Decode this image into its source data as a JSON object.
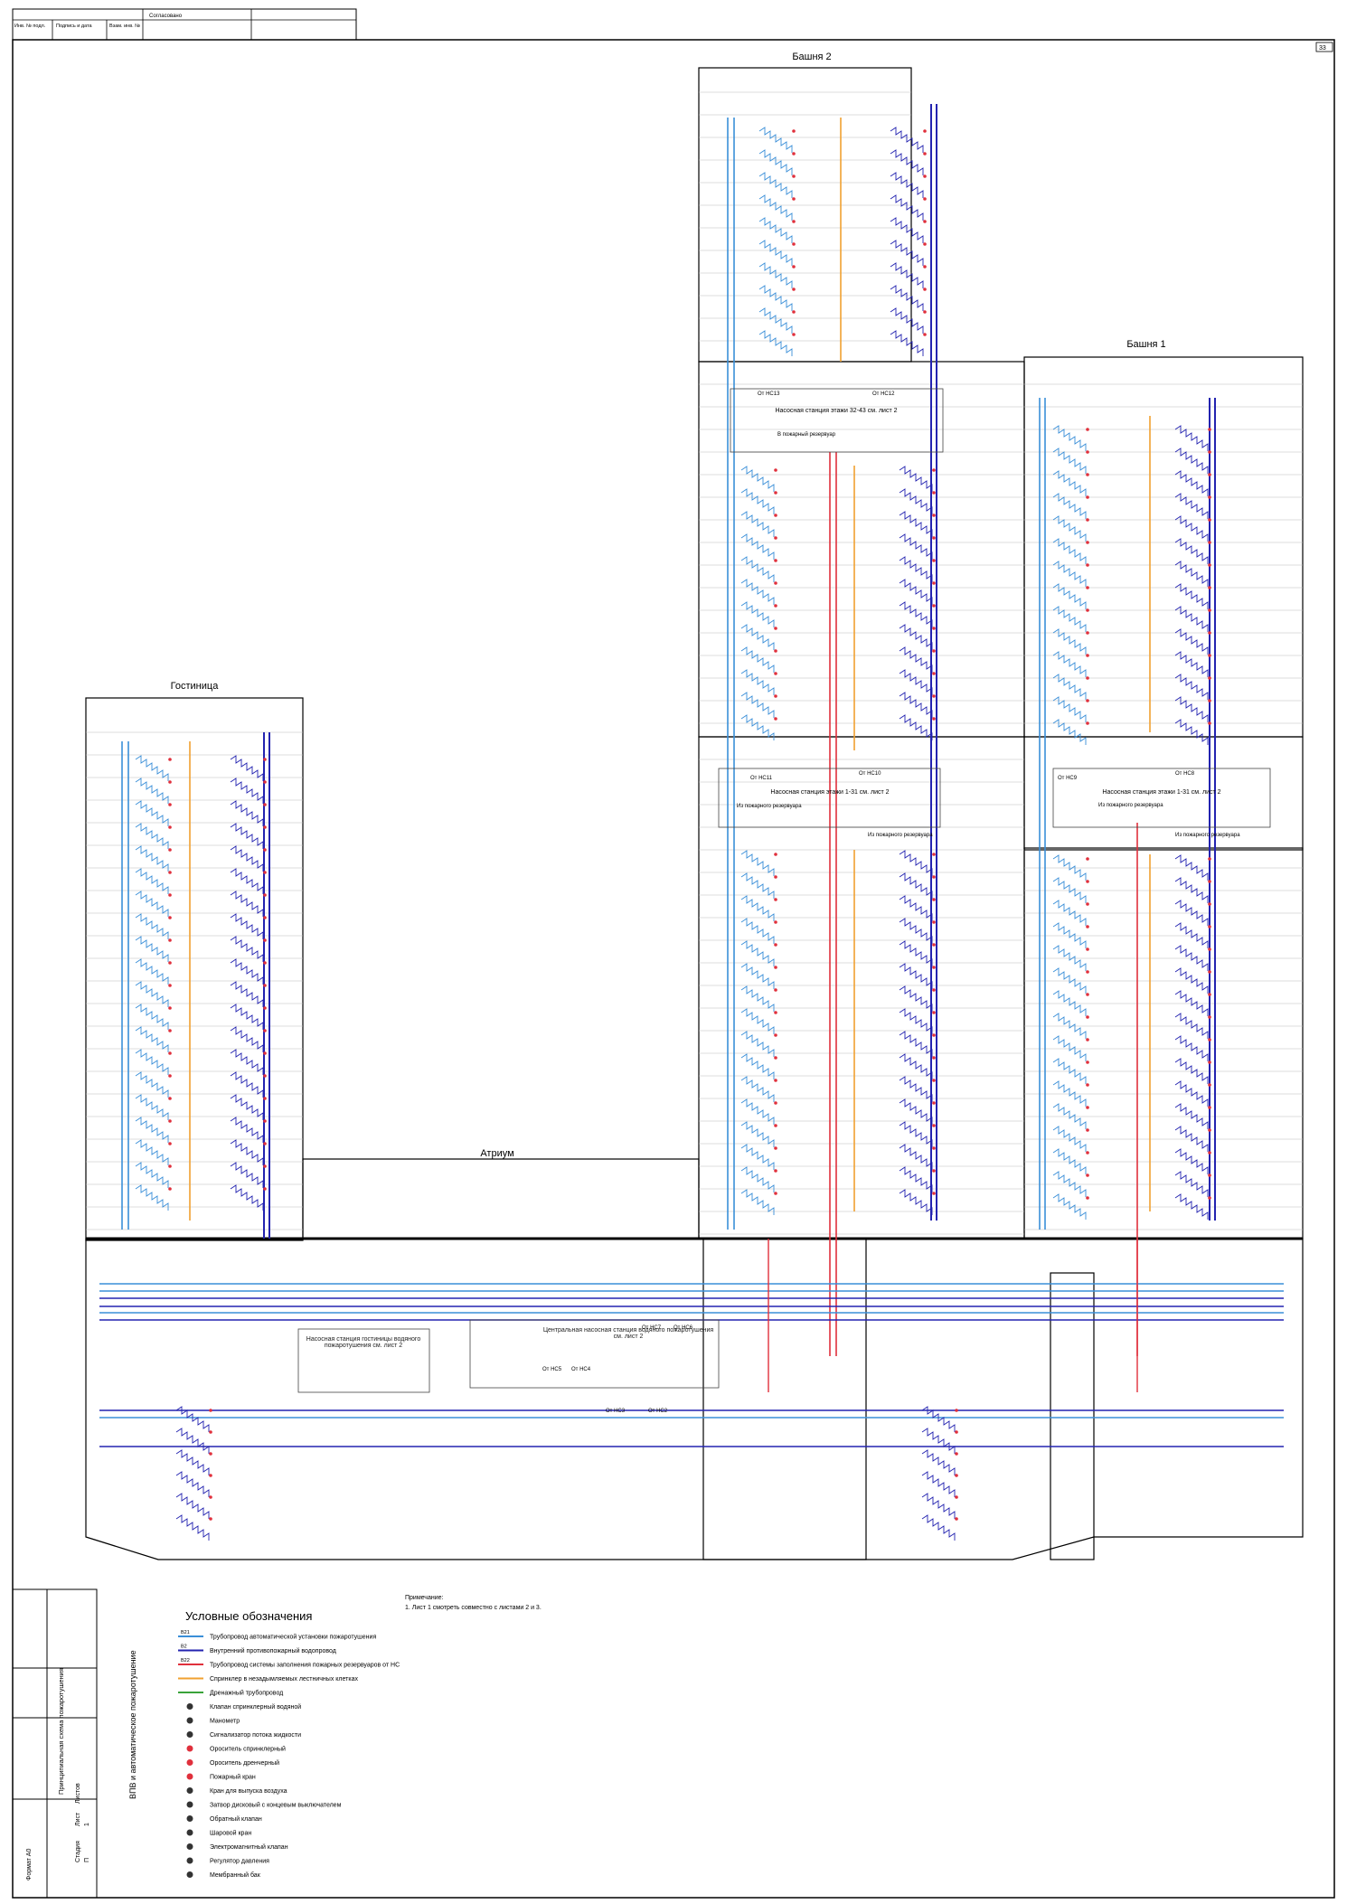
{
  "stamp": {
    "agreed": "Согласовано",
    "inv_podl": "Инв. № подл.",
    "sign_date": "Подпись и дата",
    "vzam": "Взам. инв. №"
  },
  "sheet_number": "33",
  "towers": {
    "tower2": "Башня 2",
    "tower1": "Башня 1",
    "hotel": "Гостиница",
    "atrium": "Атриум"
  },
  "pump_stations": {
    "tower2_upper": "Насосная станция этажи 32-43 см. лист 2",
    "tower2_mid": "Насосная станция этажи 1-31 см. лист 2",
    "tower1_mid": "Насосная станция этажи 1-31 см. лист 2",
    "hotel": "Насосная станция гостиницы водяного пожаротушения см. лист 2",
    "central": "Центральная насосная станция водяного пожаротушения см. лист 2",
    "to_reservoir": "В пожарный резервуар",
    "from_reservoir": "Из пожарного резервуара",
    "from_ns": [
      "От НС13",
      "От НС12",
      "От НС11",
      "От НС10",
      "От НС9",
      "От НС8",
      "От НС7",
      "От НС6",
      "От НС5",
      "От НС4",
      "От НС3",
      "От НС2"
    ]
  },
  "notes": {
    "title": "Примечание:",
    "item1": "1. Лист 1 смотреть совместно с листами 2 и 3."
  },
  "legend": {
    "title": "Условные обозначения",
    "items": [
      {
        "code": "В21",
        "label": "Трубопровод автоматической установки пожаротушения"
      },
      {
        "code": "В2",
        "label": "Внутренний противопожарный водопровод"
      },
      {
        "code": "В22",
        "label": "Трубопровод системы заполнения пожарных резервуаров от НС"
      },
      {
        "code": "",
        "label": "Спринклер в незадымляемых лестничных клетках"
      },
      {
        "code": "",
        "label": "Дренажный трубопровод"
      },
      {
        "code": "",
        "label": "Клапан спринклерный водяной"
      },
      {
        "code": "",
        "label": "Манометр"
      },
      {
        "code": "",
        "label": "Сигнализатор потока жидкости"
      },
      {
        "code": "",
        "label": "Ороситель спринклерный"
      },
      {
        "code": "",
        "label": "Ороситель дренчерный"
      },
      {
        "code": "",
        "label": "Пожарный кран"
      },
      {
        "code": "",
        "label": "Кран для выпуска воздуха"
      },
      {
        "code": "",
        "label": "Затвор дисковый с концевым выключателем"
      },
      {
        "code": "",
        "label": "Обратный клапан"
      },
      {
        "code": "",
        "label": "Шаровой кран"
      },
      {
        "code": "",
        "label": "Электромагнитный клапан"
      },
      {
        "code": "",
        "label": "Регулятор давления"
      },
      {
        "code": "",
        "label": "Мембранный бак"
      }
    ]
  },
  "titleblock": {
    "sheet_title": "Принципиальная схема пожаротушения",
    "object": "ВПВ и автоматическое пожаротушение",
    "stage_label": "Стадия",
    "sheet_label": "Лист",
    "sheets_label": "Листов",
    "stage": "П",
    "sheet": "1",
    "format": "Формат А0"
  },
  "colors": {
    "pipe_light_blue": "#3a8fd8",
    "pipe_dark_blue": "#2323b0",
    "pipe_red": "#e0303c",
    "pipe_orange": "#f0a030",
    "pipe_green": "#3aa33a",
    "frame": "#000000"
  }
}
